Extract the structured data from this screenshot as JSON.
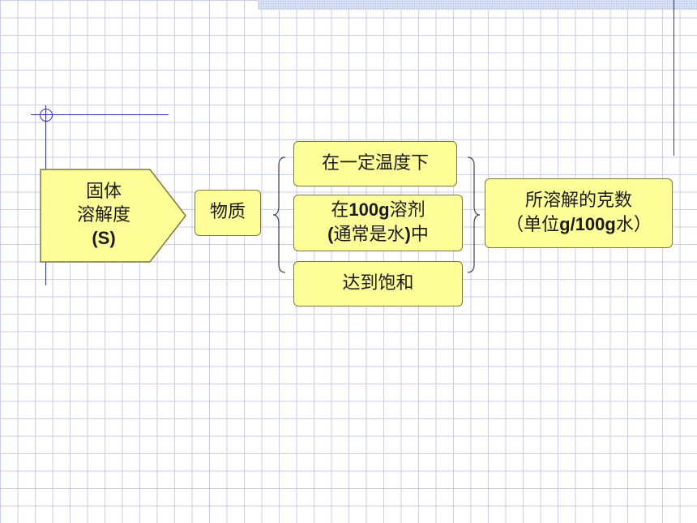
{
  "diagram": {
    "term": {
      "line1": "固体",
      "line2": "溶解度",
      "line3": "(S)"
    },
    "substance": "物质",
    "conditions": {
      "c1": "在一定温度下",
      "c2_pre": "在",
      "c2_bold": "100g",
      "c2_post": "溶剂",
      "c2b_open": "(",
      "c2b_mid": "通常是水",
      "c2b_close": ")",
      "c2b_post": "中",
      "c3": "达到饱和"
    },
    "result": {
      "line1": "所溶解的克数",
      "line2_pre": "（单位",
      "line2_bold": "g/100g",
      "line2_post": "水）"
    }
  },
  "colors": {
    "box_fill": "#ffff99",
    "box_border": "#7a7a40",
    "grid": "#c9cfe6",
    "accent_line": "#2b2fa8"
  }
}
